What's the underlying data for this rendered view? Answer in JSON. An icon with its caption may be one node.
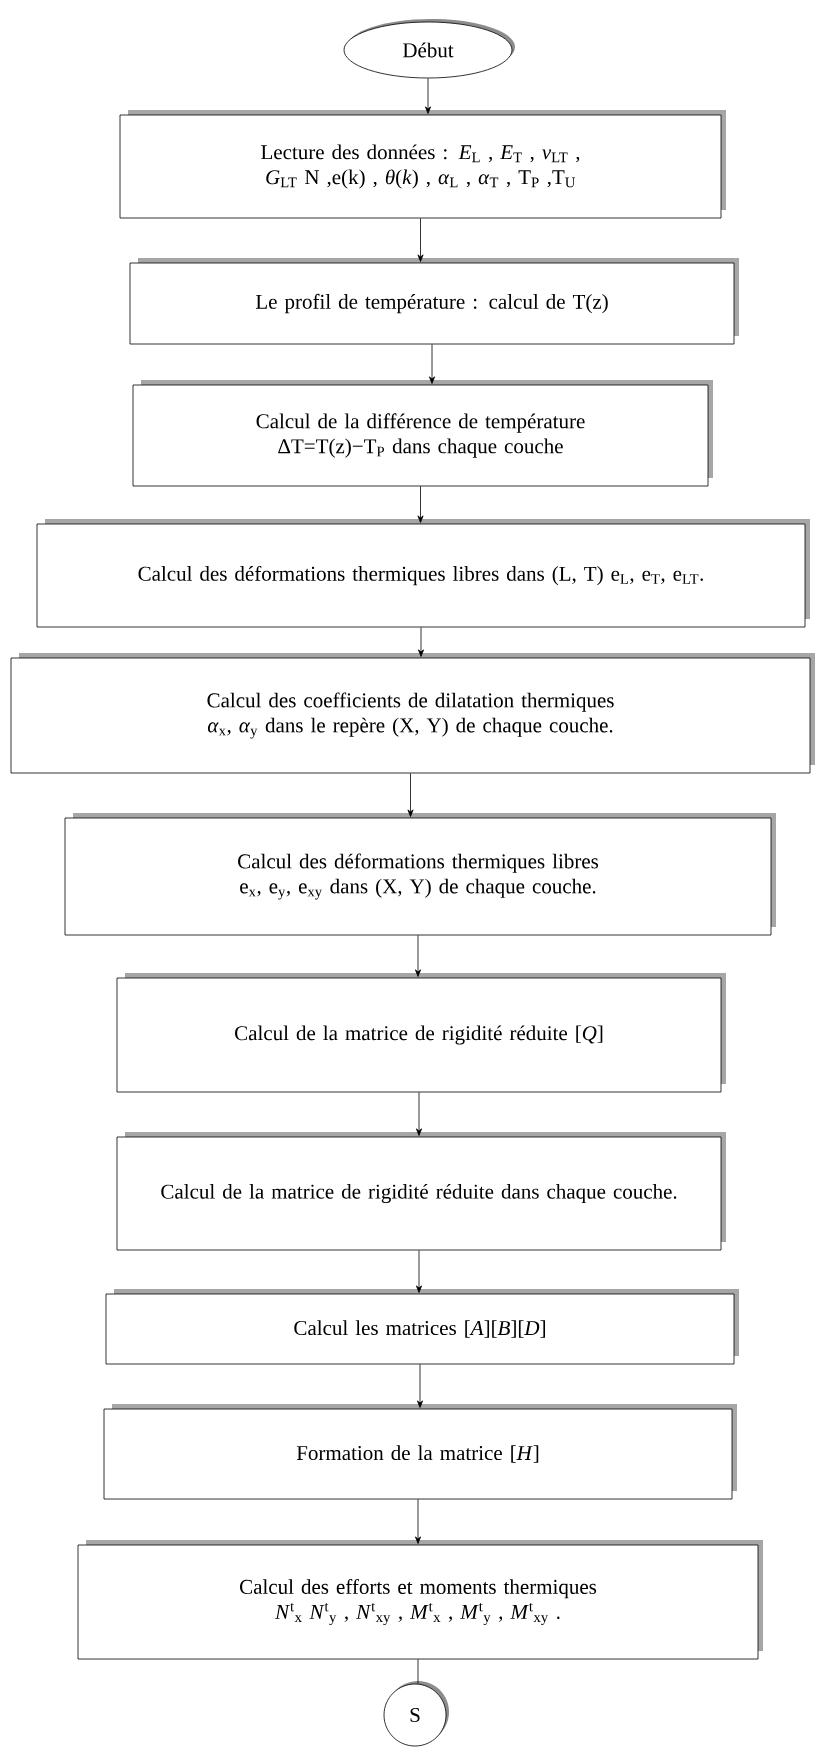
{
  "diagram": {
    "nodes": [
      {
        "text": [
          "Début"
        ]
      },
      {
        "text": [
          "Lecture des données : *E*$_{L}$ , *E*$_{T}$ , *ν*$_{LT}$ , *G*$_{LT}$ N ,e(k) , *θ*(*k*) , *α*$_{L}$ , *α*$_{T}$ , T$_{P}$ ,T$_{U}$"
        ]
      },
      {
        "text": [
          "Le profil de température : calcul de T(z)"
        ]
      },
      {
        "text": [
          "Calcul de la différence de température ΔT=T(z)−T$_{P}$ dans chaque couche"
        ]
      },
      {
        "text": [
          "Calcul des déformations thermiques libres dans (L, T) e$_{L}$, e$_{T}$, e$_{LT}$."
        ]
      },
      {
        "text": [
          "Calcul des coefficients de dilatation thermiques *α*$_{x}$, *α*$_{y}$ dans le repère (X, Y) de chaque couche."
        ]
      },
      {
        "text": [
          "Calcul des déformations thermiques libres e$_{x}$, e$_{y}$, e$_{xy}$ dans (X, Y) de chaque couche."
        ]
      },
      {
        "text": [
          "Calcul de la matrice de rigidité réduite [*Q*]"
        ]
      },
      {
        "text": [
          "Calcul de la matrice de rigidité réduite dans chaque couche."
        ]
      },
      {
        "text": [
          "Calcul les matrices [*A*][*B*][*D*]"
        ]
      },
      {
        "text": [
          "Formation de la matrice [*H*]"
        ]
      },
      {
        "text": [
          "Calcul des efforts et moments thermiques *N*$^{t}$$_{x}$ *N*$^{t}$$_{y}$ , *N*$^{t}$$_{xy}$ , *M*$^{t}$$_{x}$ , *M*$^{t}$$_{y}$ , *M*$^{t}$$_{xy}$ ."
        ]
      },
      {
        "text": [
          "S"
        ]
      }
    ],
    "edges": [
      {
        "from": 0,
        "to": 1,
        "arrow": "to"
      },
      {
        "from": 1,
        "to": 2,
        "arrow": "to"
      },
      {
        "from": 2,
        "to": 3,
        "arrow": "to"
      },
      {
        "from": 3,
        "to": 4,
        "arrow": "to"
      },
      {
        "from": 4,
        "to": 5,
        "arrow": "to"
      },
      {
        "from": 5,
        "to": 6,
        "arrow": "to"
      },
      {
        "from": 6,
        "to": 7,
        "arrow": "to"
      },
      {
        "from": 7,
        "to": 8,
        "arrow": "to"
      },
      {
        "from": 8,
        "to": 9,
        "arrow": "to"
      },
      {
        "from": 9,
        "to": 10,
        "arrow": "to"
      },
      {
        "from": 10,
        "to": 11,
        "arrow": "to"
      },
      {
        "from": 11,
        "to": 12,
        "arrow": "none"
      }
    ]
  }
}
